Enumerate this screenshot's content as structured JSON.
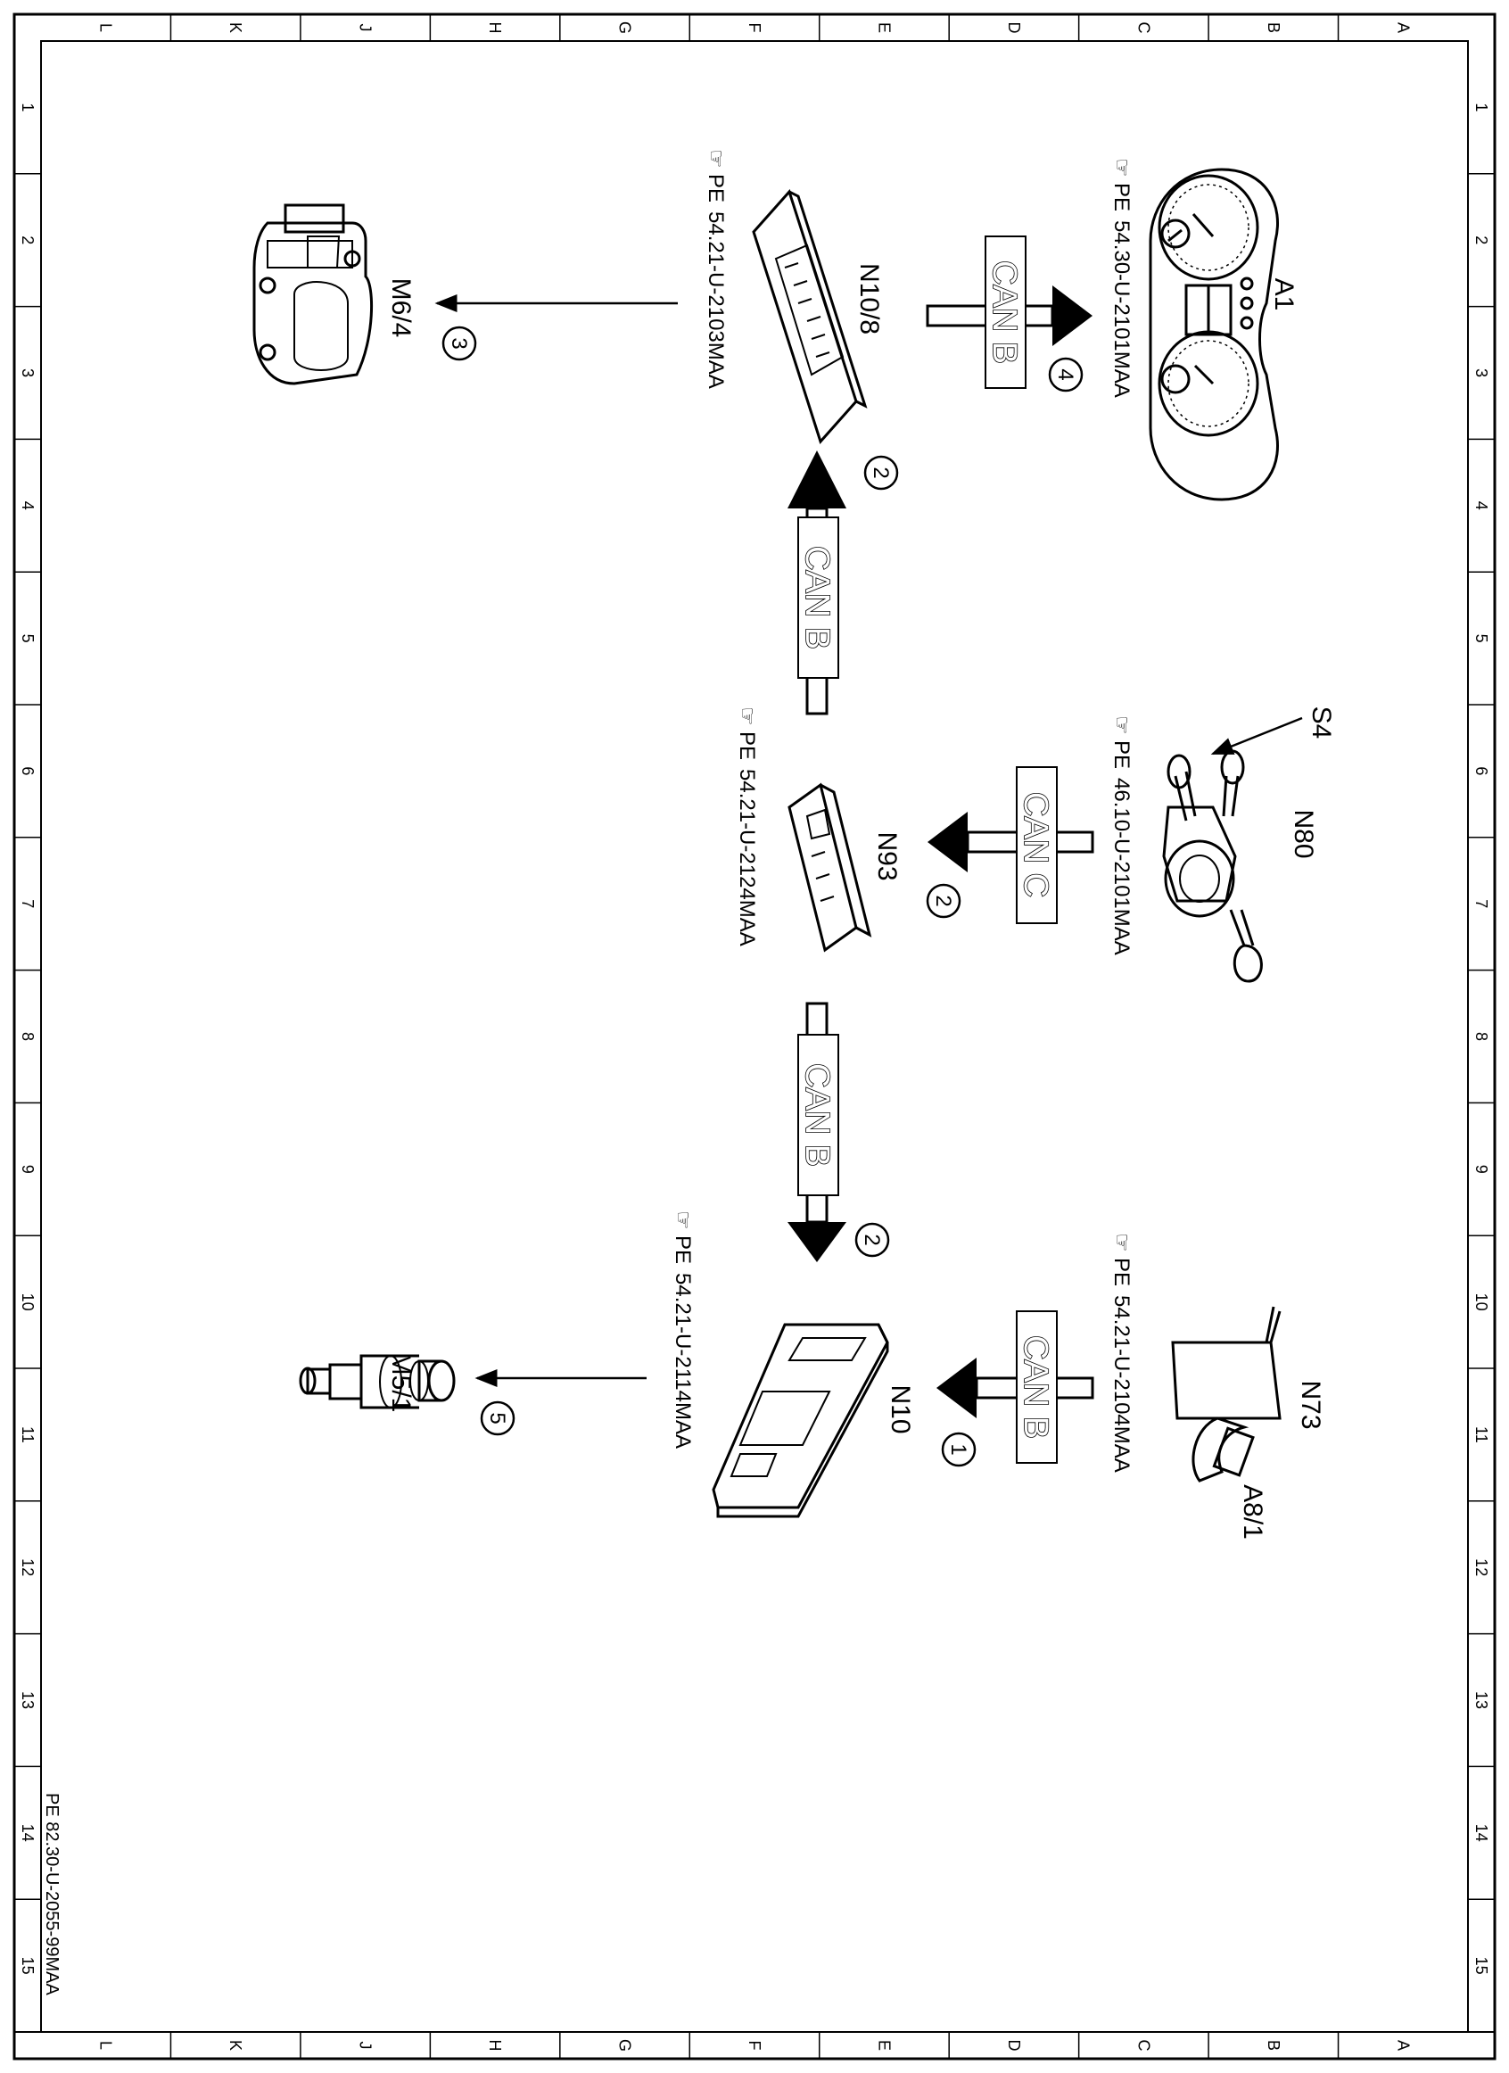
{
  "columns": [
    "L",
    "K",
    "J",
    "H",
    "G",
    "F",
    "E",
    "D",
    "C",
    "B",
    "A"
  ],
  "rows": [
    "1",
    "2",
    "3",
    "4",
    "5",
    "6",
    "7",
    "8",
    "9",
    "10",
    "11",
    "12",
    "13",
    "14",
    "15"
  ],
  "components": {
    "a1": {
      "label": "A1",
      "ref_prefix": "PE",
      "ref": "54.30-U-2101MAA"
    },
    "n10_8": {
      "label": "N10/8",
      "ref_prefix": "PE",
      "ref": "54.21-U-2103MAA"
    },
    "m6_4": {
      "label": "M6/4"
    },
    "n80": {
      "label": "N80",
      "ref_prefix": "PE",
      "ref": "46.10-U-2101MAA"
    },
    "s4": {
      "label": "S4"
    },
    "n93": {
      "label": "N93",
      "ref_prefix": "PE",
      "ref": "54.21-U-2124MAA"
    },
    "n73": {
      "label": "N73",
      "ref_prefix": "PE",
      "ref": "54.21-U-2104MAA"
    },
    "a8_1": {
      "label": "A8/1"
    },
    "n10": {
      "label": "N10",
      "ref_prefix": "PE",
      "ref": "54.21-U-2114MAA"
    },
    "m5_1": {
      "label": "M5/1"
    }
  },
  "buses": {
    "b1": {
      "label": "CAN B",
      "step": "4"
    },
    "b2": {
      "label": "CAN B",
      "step": "2"
    },
    "b3": {
      "label": "CAN C",
      "step": "2"
    },
    "b4": {
      "label": "CAN B",
      "step": "2"
    },
    "b5": {
      "label": "CAN B",
      "step": "1"
    }
  },
  "steps": {
    "m6_4": "3",
    "m5_1": "5"
  },
  "footer": "PE 82.30-U-2055-99MAA"
}
